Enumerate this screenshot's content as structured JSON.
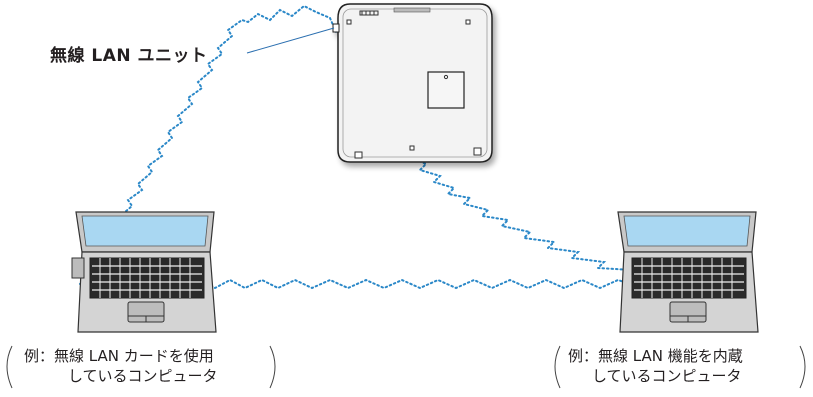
{
  "diagram": {
    "unit_label": "無線 LAN ユニット",
    "left_caption": {
      "line1": "例：無線 LAN カードを使用",
      "line2": "しているコンピュータ"
    },
    "right_caption": {
      "line1": "例：無線 LAN 機能を内蔵",
      "line2": "しているコンピュータ"
    },
    "colors": {
      "wave": "#2b88c8",
      "device_body": "#f2f2f2",
      "device_outline": "#222222",
      "laptop_screen": "#a9d7f2",
      "laptop_body": "#d4d4d4"
    }
  }
}
